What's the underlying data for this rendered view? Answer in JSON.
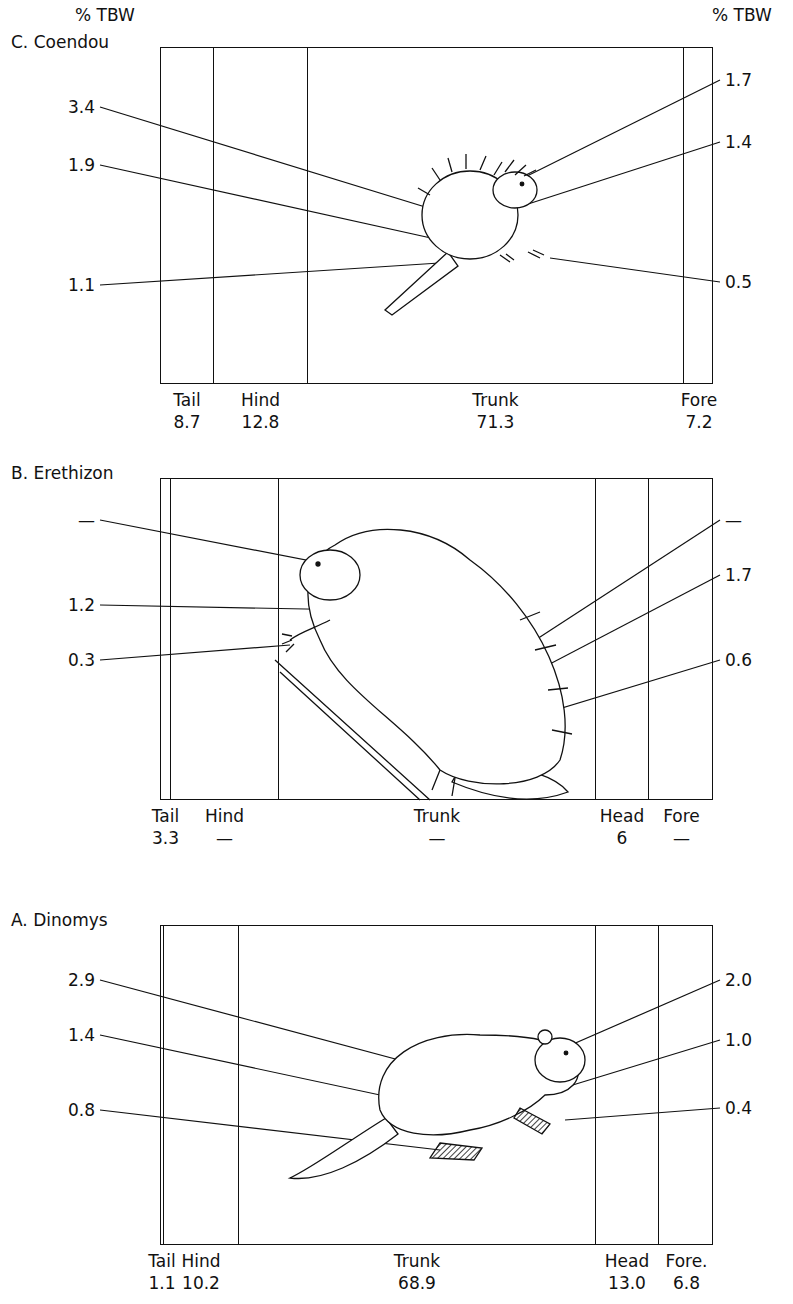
{
  "diagram": {
    "nodes": [
      {
        "text": [
          "C. Coendou"
        ]
      },
      {
        "text": [
          "Tail",
          "8.7"
        ],
        "in": 0
      },
      {
        "text": [
          "Hind",
          "12.8"
        ],
        "in": 0
      },
      {
        "text": [
          "Trunk",
          "71.3"
        ],
        "in": 0
      },
      {
        "text": [
          "Fore",
          "7.2"
        ],
        "in": 0
      },
      {
        "text": [
          "B. Erethizon"
        ]
      },
      {
        "text": [
          "Tail",
          "3.3"
        ],
        "in": 5
      },
      {
        "text": [
          "Hind",
          "—"
        ],
        "in": 5
      },
      {
        "text": [
          "Trunk",
          "—"
        ],
        "in": 5
      },
      {
        "text": [
          "Head",
          "6"
        ],
        "in": 5
      },
      {
        "text": [
          "Fore",
          "—"
        ],
        "in": 5
      },
      {
        "text": [
          "A. Dinomys"
        ]
      },
      {
        "text": [
          "Tail",
          "1.1"
        ],
        "in": 11
      },
      {
        "text": [
          "Hind",
          "10.2"
        ],
        "in": 11
      },
      {
        "text": [
          "Trunk",
          "68.9"
        ],
        "in": 11
      },
      {
        "text": [
          "Head",
          "13.0"
        ],
        "in": 11
      },
      {
        "text": [
          "Fore.",
          "6.8"
        ],
        "in": 11
      }
    ],
    "labels": [
      "% TBW",
      "% TBW",
      "3.4",
      "1.9",
      "1.1",
      "1.7",
      "1.4",
      "0.5",
      "—",
      "1.2",
      "0.3",
      "—",
      "1.7",
      "0.6",
      "2.9",
      "1.4",
      "0.8",
      "2.0",
      "1.0",
      "0.4"
    ]
  }
}
